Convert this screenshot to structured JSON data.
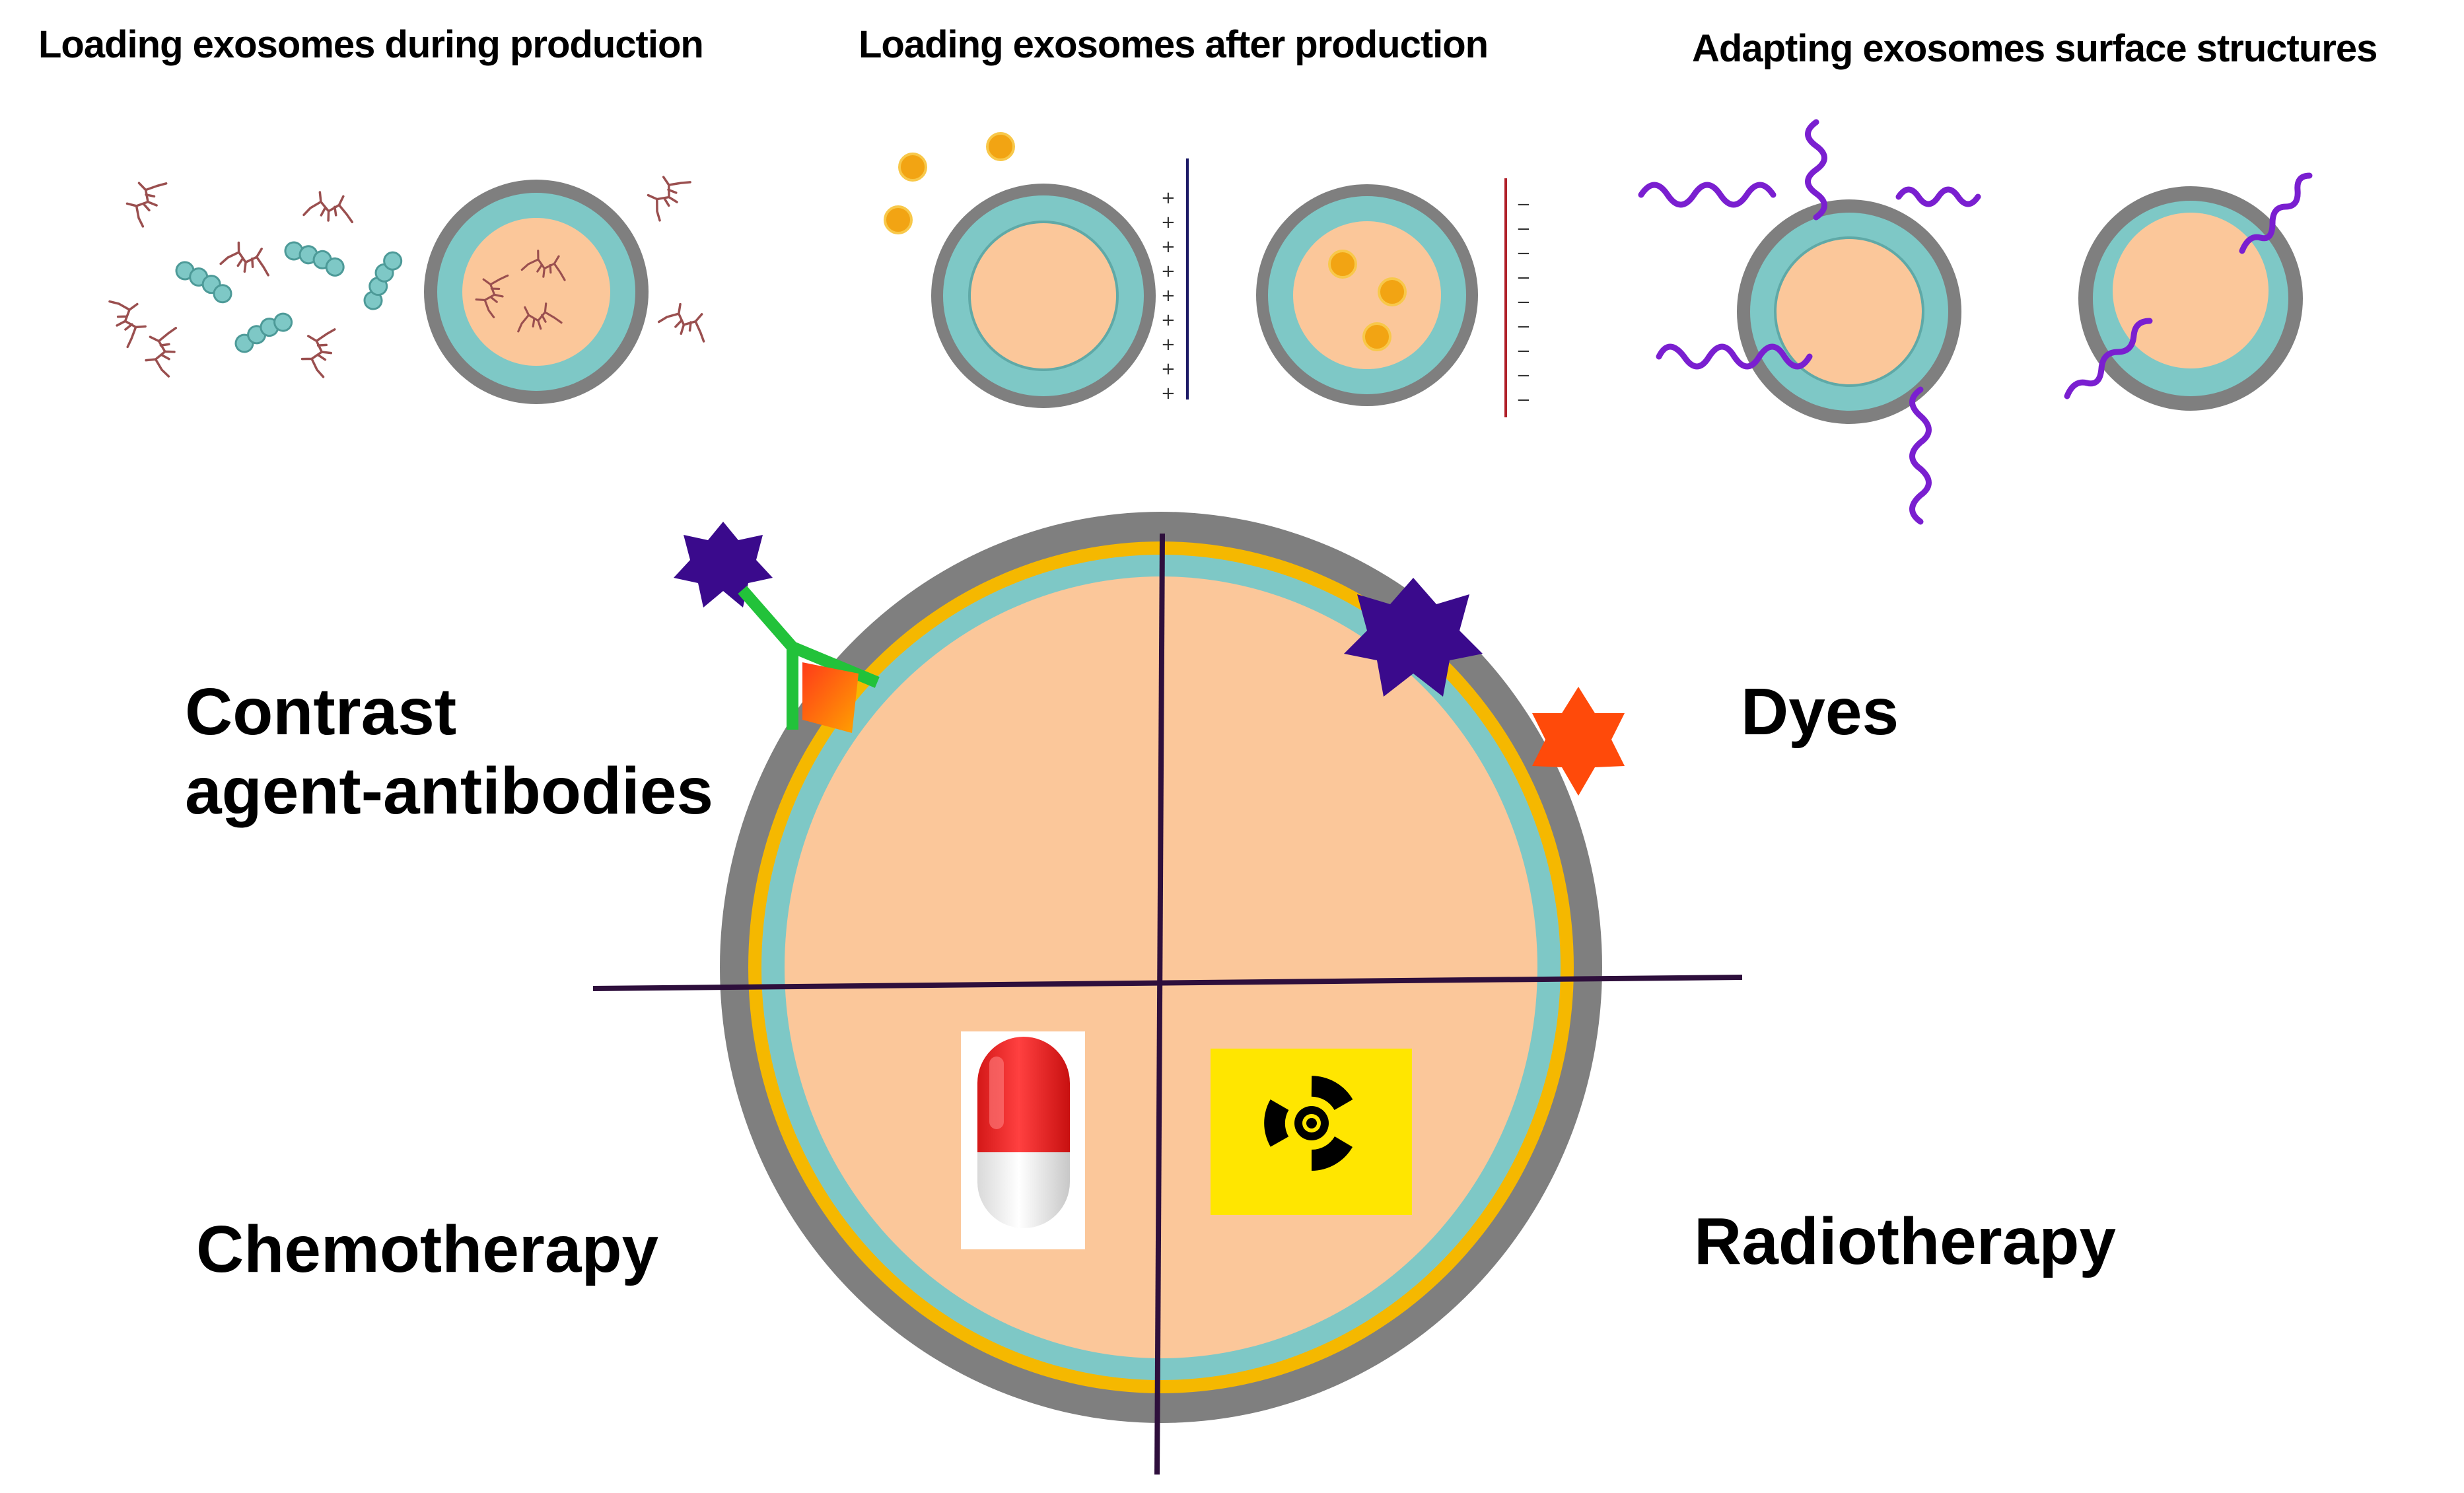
{
  "headers": {
    "during_production": "Loading exosomes during production",
    "after_production": "Loading exosomes after production",
    "surface_structures": "Adapting exosomes surface structures"
  },
  "quadrant_labels": {
    "contrast_line1": "Contrast",
    "contrast_line2": "agent-antibodies",
    "dyes": "Dyes",
    "chemotherapy": "Chemotherapy",
    "radiotherapy": "Radiotherapy"
  },
  "charge_signs": {
    "positive": "+",
    "negative": "−"
  },
  "colors": {
    "membrane_gray": "#7f7f7f",
    "membrane_teal": "#7ec8c6",
    "membrane_yellow": "#f5b800",
    "lumen": "#fbc79a",
    "nanoparticle": "#f2a413",
    "dye_dark_purple": "#3a0a8c",
    "dye_orange_red": "#ff4a0a",
    "rna_purple": "#7a1fd0",
    "antibody_green": "#22c23a",
    "radiation_yellow": "#ffe600",
    "pill_red": "#ee2828",
    "positive_plate": "#1c1a66",
    "negative_plate": "#b0202a",
    "axis_line": "#2e0f3c"
  },
  "icons": [
    "molecule-icon",
    "protein-chain-icon",
    "nanoparticle-icon",
    "rna-strand-icon",
    "star-dye-icon",
    "antibody-icon",
    "pill-icon",
    "radiation-icon"
  ]
}
